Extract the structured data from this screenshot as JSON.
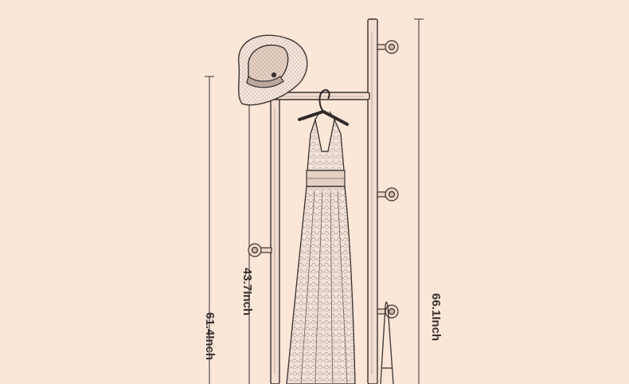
{
  "background_color": "#fbe6d8",
  "line_color": "#3a3230",
  "dimensions": {
    "overall_height_label": "61.4Inch",
    "lower_hook_label": "43.7Inch",
    "rack_height_label": "66.1Inch"
  },
  "objects": [
    "hat",
    "dress-on-hanger",
    "coat-rack",
    "hooks",
    "handbag-strap"
  ]
}
